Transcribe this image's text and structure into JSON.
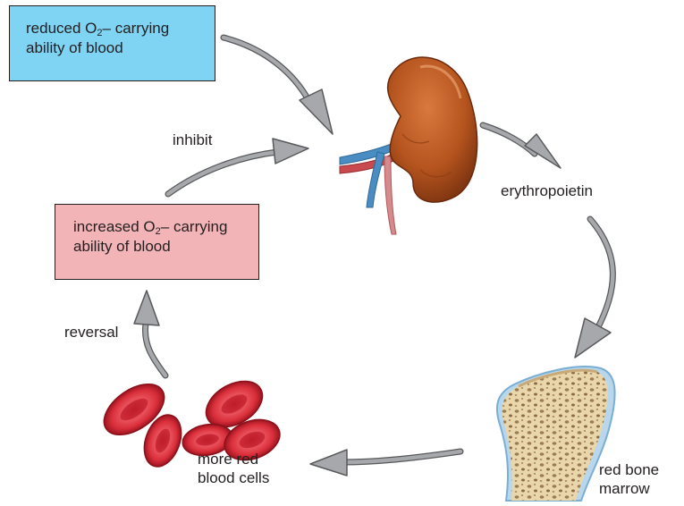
{
  "boxes": {
    "reduced": {
      "line1_pre": "reduced O",
      "line1_sub": "2",
      "line1_post": "– carrying",
      "line2": "ability of blood",
      "color": "#7fd3f3"
    },
    "increased": {
      "line1_pre": "increased O",
      "line1_sub": "2",
      "line1_post": "– carrying",
      "line2": "ability of blood",
      "color": "#f3b4b8"
    }
  },
  "labels": {
    "inhibit": "inhibit",
    "erythropoietin": "erythropoietin",
    "reversal": "reversal",
    "rbc_line1": "more red",
    "rbc_line2": "blood cells",
    "marrow_line1": "red bone",
    "marrow_line2": "marrow"
  },
  "illustrations": {
    "kidney": "kidney-illustration",
    "bone": "bone-marrow-illustration",
    "rbc": "red-blood-cells-illustration"
  },
  "colors": {
    "arrow": "#a6a8ab",
    "arrow_outline": "#58595b",
    "kidney": "#b5541e",
    "vein": "#4a8dc2",
    "artery": "#c94a4e",
    "rbc": "#d12a35",
    "bone": "#e8d4a8",
    "bone_edge": "#8fc1e0"
  }
}
